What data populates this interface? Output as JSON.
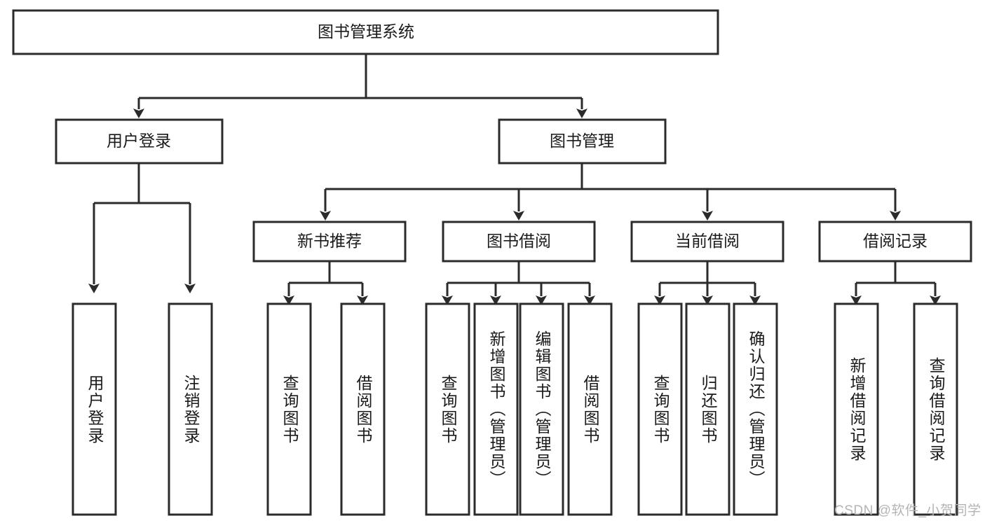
{
  "diagram": {
    "type": "tree-hierarchy-chart",
    "title": "图书管理系统",
    "watermark": "CSDN @软件_小贺同学",
    "colors": {
      "box_stroke": "#2b2b2b",
      "box_fill": "#ffffff",
      "text": "#1a1a1a",
      "background": "#ffffff",
      "watermark": "#b4b4b4"
    },
    "root": {
      "label": "图书管理系统"
    },
    "level2": [
      {
        "label": "用户登录"
      },
      {
        "label": "图书管理"
      }
    ],
    "level3": [
      {
        "label": "新书推荐"
      },
      {
        "label": "图书借阅"
      },
      {
        "label": "当前借阅"
      },
      {
        "label": "借阅记录"
      }
    ],
    "leaves": {
      "user_login": [
        {
          "label": "用户登录"
        },
        {
          "label": "注销登录"
        }
      ],
      "new_book_recommend": [
        {
          "label": "查询图书"
        },
        {
          "label": "借阅图书"
        }
      ],
      "book_borrow": [
        {
          "label": "查询图书"
        },
        {
          "label": "新增图书（管理员）"
        },
        {
          "label": "编辑图书（管理员）"
        },
        {
          "label": "借阅图书"
        }
      ],
      "current_borrow": [
        {
          "label": "查询图书"
        },
        {
          "label": "归还图书"
        },
        {
          "label": "确认归还（管理员）"
        }
      ],
      "borrow_record": [
        {
          "label": "新增借阅记录"
        },
        {
          "label": "查询借阅记录"
        }
      ]
    }
  }
}
